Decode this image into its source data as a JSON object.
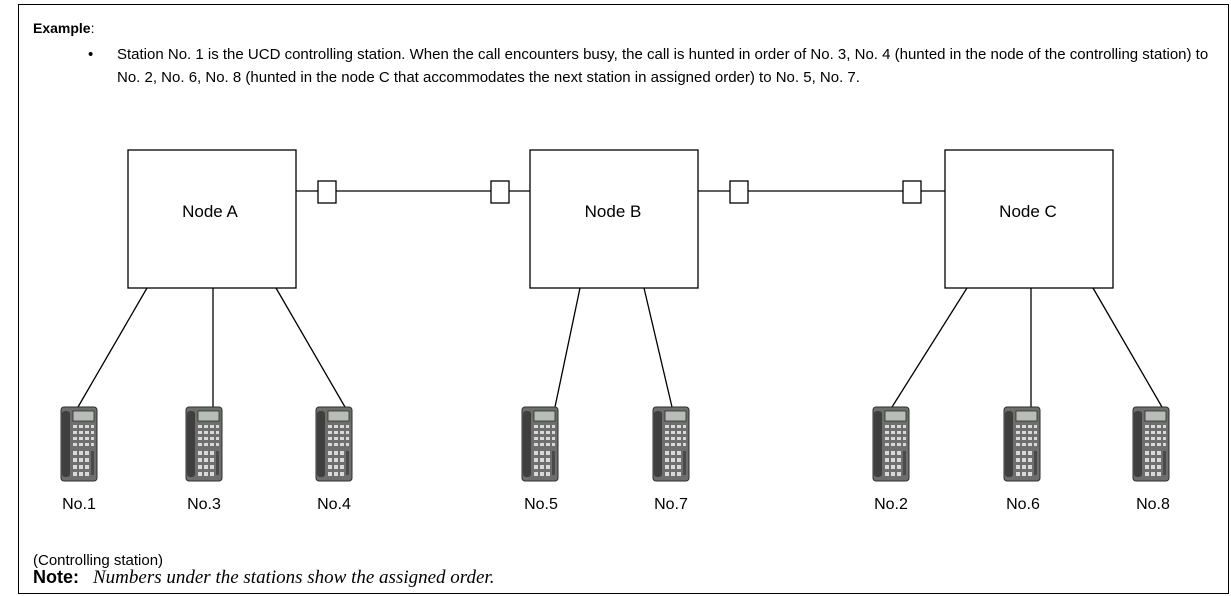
{
  "example": {
    "label": "Example",
    "colon": ":",
    "bullet": "•",
    "text": "Station No. 1 is the UCD controlling station. When the call encounters busy, the call is hunted in order of No. 3, No. 4 (hunted in the node of the controlling station) to No. 2, No. 6, No. 8 (hunted in the node C that accommodates the next station in assigned order) to No. 5, No. 7."
  },
  "nodes": [
    "Node A",
    "Node B",
    "Node C"
  ],
  "stations": [
    "No.1",
    "No.3",
    "No.4",
    "No.5",
    "No.7",
    "No.2",
    "No.6",
    "No.8"
  ],
  "controlling_label": "(Controlling station)",
  "note": {
    "key": "Note:",
    "text": "Numbers under the stations show the assigned order."
  }
}
